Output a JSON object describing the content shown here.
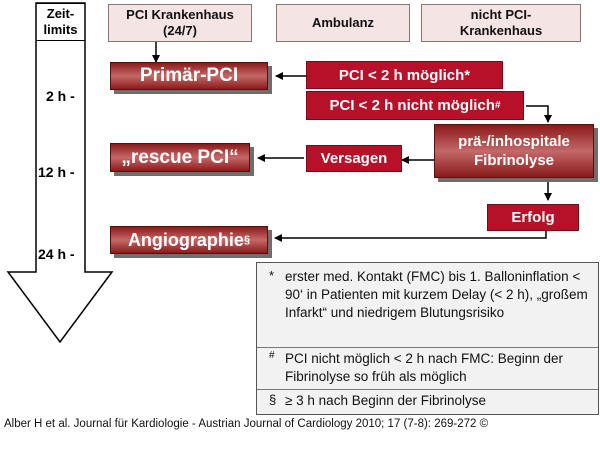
{
  "timeline": {
    "header": "Zeit-limits",
    "marks": [
      "2 h -",
      "12 h -",
      "24 h -"
    ]
  },
  "headers": {
    "pci_hospital": "PCI Krankenhaus (24/7)",
    "ambulance": "Ambulanz",
    "non_pci_hospital": "nicht PCI-Krankenhaus"
  },
  "boxes": {
    "primary_pci": "Primär-PCI",
    "pci_possible": "PCI < 2 h möglich",
    "pci_possible_mark": "*",
    "pci_not_possible": "PCI < 2 h nicht möglich",
    "pci_not_possible_mark": "#",
    "fibrinolysis": "prä-/inhospitale Fibrinolyse",
    "failure": "Versagen",
    "rescue_pci": "„rescue PCI“",
    "success": "Erfolg",
    "angiography": "Angiographie",
    "angiography_mark": "§"
  },
  "notes": [
    {
      "mark": "*",
      "text": "erster med. Kontakt (FMC) bis 1. Balloninflation < 90‘ in Patienten mit kurzem Delay (< 2 h), „großem Infarkt“ und niedrigem Blutungsrisiko"
    },
    {
      "mark": "#",
      "text": "PCI nicht möglich < 2 h nach FMC: Beginn der Fibrinolyse so früh als möglich"
    },
    {
      "mark": "§",
      "text": "≥ 3 h nach Beginn der Fibrinolyse"
    }
  ],
  "citation": "Alber H et al. Journal für Kardiologie - Austrian Journal of Cardiology 2010; 17 (7-8): 269-272 ©",
  "colors": {
    "box_red": "#b71029",
    "box_gradient_dark": "#8b1a1a",
    "header_fill": "#f4e4e4",
    "note_fill": "#f2f2f2"
  }
}
